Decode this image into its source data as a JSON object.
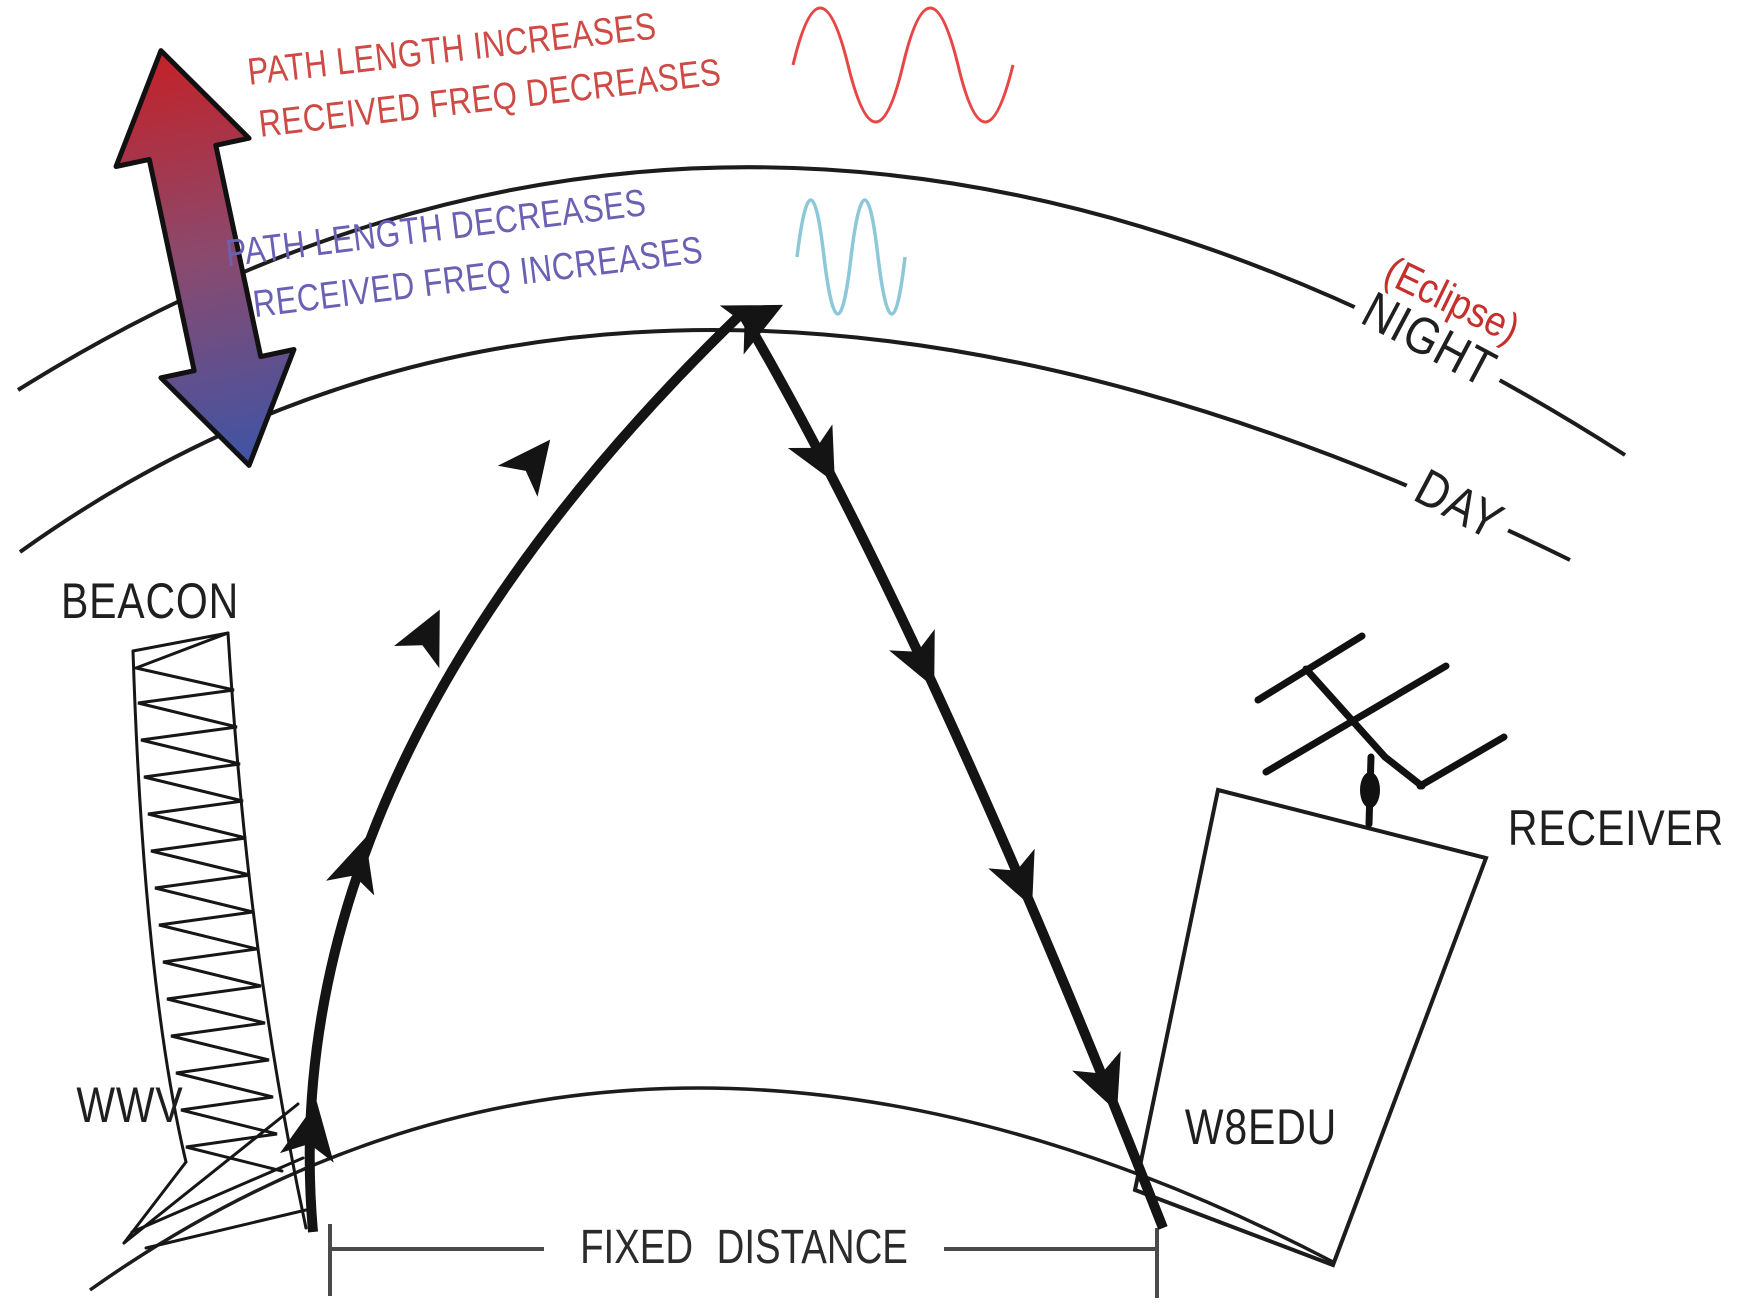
{
  "annotations": {
    "doppler_up": {
      "line1": "PATH LENGTH INCREASES",
      "line2": "RECEIVED FREQ DECREASES"
    },
    "doppler_down": {
      "line1": "PATH LENGTH DECREASES",
      "line2": "RECEIVED FREQ INCREASES"
    },
    "eclipse": "(Eclipse)"
  },
  "labels": {
    "night": "NIGHT",
    "day": "DAY",
    "beacon": "BEACON",
    "transmitter_callsign": "WWV",
    "receiver": "RECEIVER",
    "receiver_callsign": "W8EDU",
    "fixed_distance": "FIXED DISTANCE"
  },
  "icons": {
    "doppler_shift_arrow": "red-to-blue double-headed gradient arrow",
    "low_frequency_wave": "stretched sine wave (2 long cycles)",
    "high_frequency_wave": "compressed sine wave (2 short cycles)",
    "beacon_tower": "lattice transmitter mast",
    "yagi_antenna": "receiver yagi antenna",
    "receiver_box": "tilted rectangle station box"
  },
  "colors": {
    "doppler_up_text": "#cd4a45",
    "doppler_down_text": "#6a61b4",
    "eclipse_text": "#c5302c",
    "low_freq_wave": "#e84545",
    "high_freq_wave": "#8cc8d8",
    "arrow_gradient_top": "#c42127",
    "arrow_gradient_mid": "#8a4a6e",
    "arrow_gradient_bottom": "#3e54a6",
    "line_art": "#1c1c1c",
    "dimension_line": "#4a4a4a"
  }
}
